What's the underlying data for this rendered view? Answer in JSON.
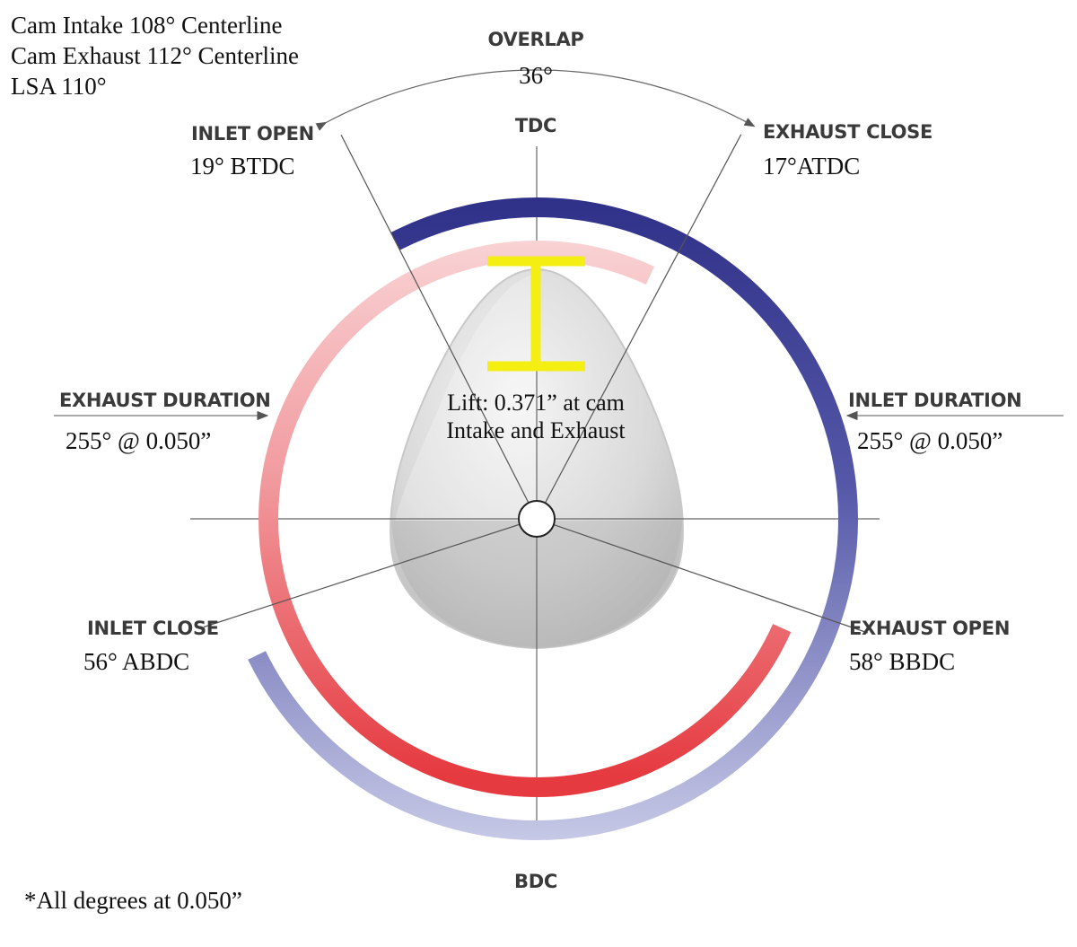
{
  "header": {
    "intake_centerline": "Cam Intake 108° Centerline",
    "exhaust_centerline": "Cam Exhaust 112° Centerline",
    "lsa": "LSA 110°"
  },
  "overlap": {
    "label": "OVERLAP",
    "value": "36°"
  },
  "tdc_label": "TDC",
  "bdc_label": "BDC",
  "inlet_open": {
    "label": "INLET OPEN",
    "value": "19° BTDC"
  },
  "exhaust_close": {
    "label": "EXHAUST CLOSE",
    "value": "17°ATDC"
  },
  "exhaust_duration": {
    "label": "EXHAUST DURATION",
    "value": "255° @ 0.050”"
  },
  "inlet_duration": {
    "label": "INLET DURATION",
    "value": "255° @ 0.050”"
  },
  "inlet_close": {
    "label": "INLET CLOSE",
    "value": "56° ABDC"
  },
  "exhaust_open": {
    "label": "EXHAUST OPEN",
    "value": "58° BBDC"
  },
  "lift": {
    "line1": "Lift: 0.371” at cam",
    "line2": "Intake and Exhaust"
  },
  "footnote": "*All degrees at 0.050”",
  "colors": {
    "intake_dark": "#2f3088",
    "intake_light": "#c6c8e6",
    "exhaust_light": "#f7c9cb",
    "exhaust_dark": "#e53a40",
    "lift_marker": "#f5ee12",
    "lines": "#555555"
  },
  "angles_deg": {
    "inlet_open_btdc": 19,
    "exhaust_close_atdc": 17,
    "inlet_close_abdc": 56,
    "exhaust_open_bbdc": 58
  }
}
